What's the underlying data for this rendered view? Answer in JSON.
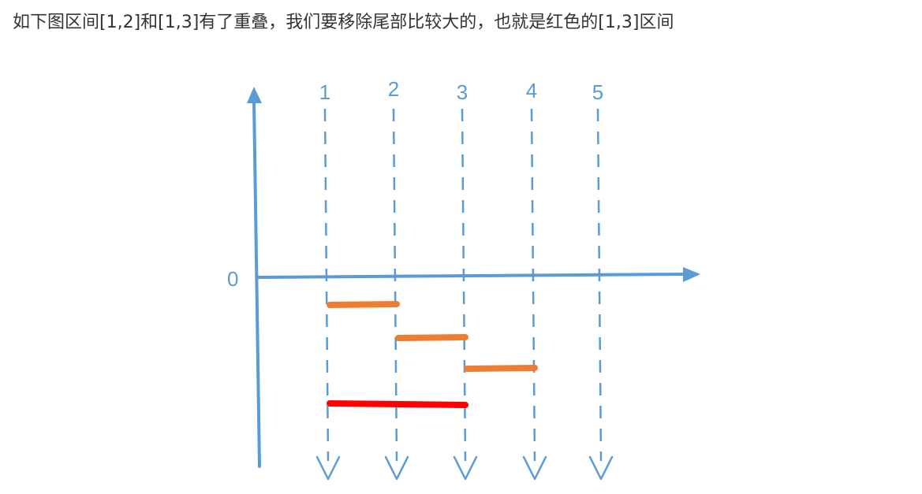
{
  "caption": "如下图区间[1,2]和[1,3]有了重叠，我们要移除尾部比较大的，也就是红色的[1,3]区间",
  "diagram": {
    "origin_label": "0",
    "grid_labels": [
      "1",
      "2",
      "3",
      "4",
      "5"
    ],
    "intervals": [
      {
        "start": 1,
        "end": 2,
        "color": "#ED7D31"
      },
      {
        "start": 2,
        "end": 3,
        "color": "#ED7D31"
      },
      {
        "start": 3,
        "end": 4,
        "color": "#ED7D31"
      },
      {
        "start": 1,
        "end": 3,
        "color": "#FF0000"
      }
    ],
    "axis_color": "#5B9BD5"
  }
}
